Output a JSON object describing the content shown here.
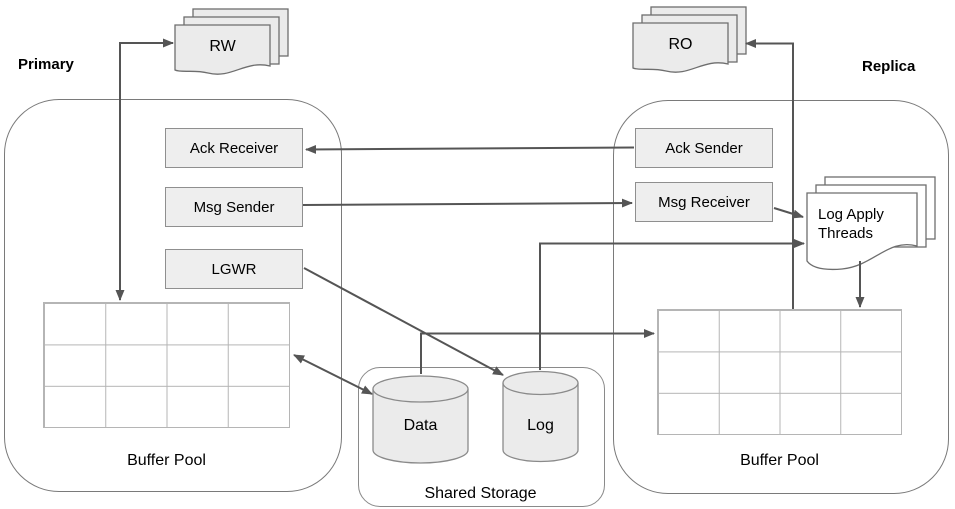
{
  "colors": {
    "process_box_fill": "#eeeeee",
    "process_box_border": "#8f8f8f",
    "container_border": "#7a7a7a",
    "grid_line": "#b5b5b5",
    "arrow": "#555555",
    "document_fill": "#ebebeb",
    "log_apply_document_fill": "#ffffff",
    "text": "#000000"
  },
  "primary": {
    "title": "Primary",
    "client_label": "RW",
    "processes": [
      {
        "label": "Ack Receiver"
      },
      {
        "label": "Msg Sender"
      },
      {
        "label": "LGWR"
      }
    ],
    "buffer_pool_label": "Buffer Pool"
  },
  "replica": {
    "title": "Replica",
    "client_label": "RO",
    "processes": [
      {
        "label": "Ack Sender"
      },
      {
        "label": "Msg Receiver"
      }
    ],
    "log_apply_label": "Log Apply Threads",
    "buffer_pool_label": "Buffer Pool"
  },
  "shared_storage": {
    "label": "Shared Storage",
    "cylinders": [
      {
        "label": "Data"
      },
      {
        "label": "Log"
      }
    ]
  }
}
